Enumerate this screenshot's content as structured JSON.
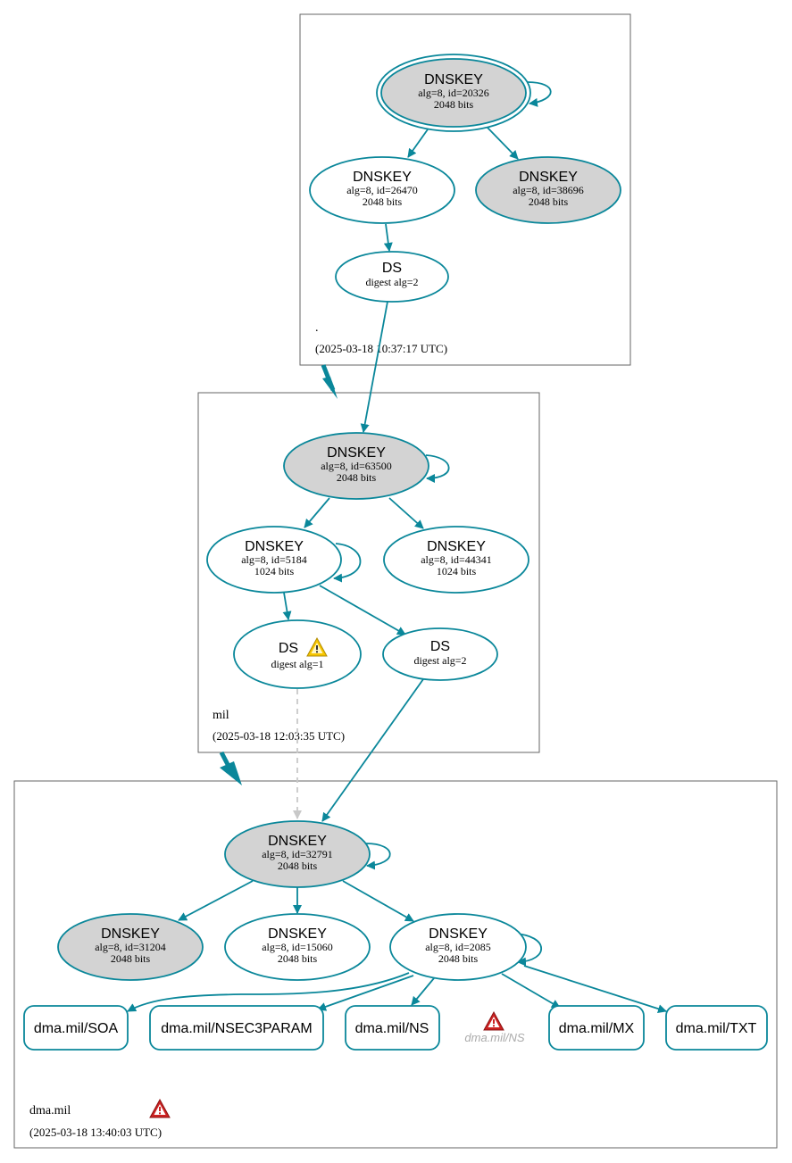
{
  "colors": {
    "edge": "#0a879a",
    "gray_fill": "#d3d3d3",
    "white_fill": "#ffffff",
    "dashed_edge": "#c8c8c8",
    "zone_border": "#666666",
    "warning_yellow": "#f7c600",
    "error_red": "#cc2222"
  },
  "zones": {
    "root": {
      "name": ".",
      "timestamp": "(2025-03-18 10:37:17 UTC)"
    },
    "mil": {
      "name": "mil",
      "timestamp": "(2025-03-18 12:03:35 UTC)"
    },
    "dma": {
      "name": "dma.mil",
      "timestamp": "(2025-03-18 13:40:03 UTC)",
      "status_icon": "error-icon"
    }
  },
  "nodes": {
    "root_ksk": {
      "title": "DNSKEY",
      "line1": "alg=8, id=20326",
      "line2": "2048 bits"
    },
    "root_zsk1": {
      "title": "DNSKEY",
      "line1": "alg=8, id=26470",
      "line2": "2048 bits"
    },
    "root_zsk2": {
      "title": "DNSKEY",
      "line1": "alg=8, id=38696",
      "line2": "2048 bits"
    },
    "root_ds": {
      "title": "DS",
      "line1": "digest alg=2"
    },
    "mil_ksk": {
      "title": "DNSKEY",
      "line1": "alg=8, id=63500",
      "line2": "2048 bits"
    },
    "mil_zsk1": {
      "title": "DNSKEY",
      "line1": "alg=8, id=5184",
      "line2": "1024 bits"
    },
    "mil_zsk2": {
      "title": "DNSKEY",
      "line1": "alg=8, id=44341",
      "line2": "1024 bits"
    },
    "mil_ds1": {
      "title": "DS",
      "line1": "digest alg=1",
      "icon": "warning-icon"
    },
    "mil_ds2": {
      "title": "DS",
      "line1": "digest alg=2"
    },
    "dma_ksk": {
      "title": "DNSKEY",
      "line1": "alg=8, id=32791",
      "line2": "2048 bits"
    },
    "dma_k1": {
      "title": "DNSKEY",
      "line1": "alg=8, id=31204",
      "line2": "2048 bits"
    },
    "dma_k2": {
      "title": "DNSKEY",
      "line1": "alg=8, id=15060",
      "line2": "2048 bits"
    },
    "dma_k3": {
      "title": "DNSKEY",
      "line1": "alg=8, id=2085",
      "line2": "2048 bits"
    }
  },
  "rrsets": {
    "soa": "dma.mil/SOA",
    "nsec3param": "dma.mil/NSEC3PARAM",
    "ns": "dma.mil/NS",
    "ns_ghost": "dma.mil/NS",
    "mx": "dma.mil/MX",
    "txt": "dma.mil/TXT"
  }
}
